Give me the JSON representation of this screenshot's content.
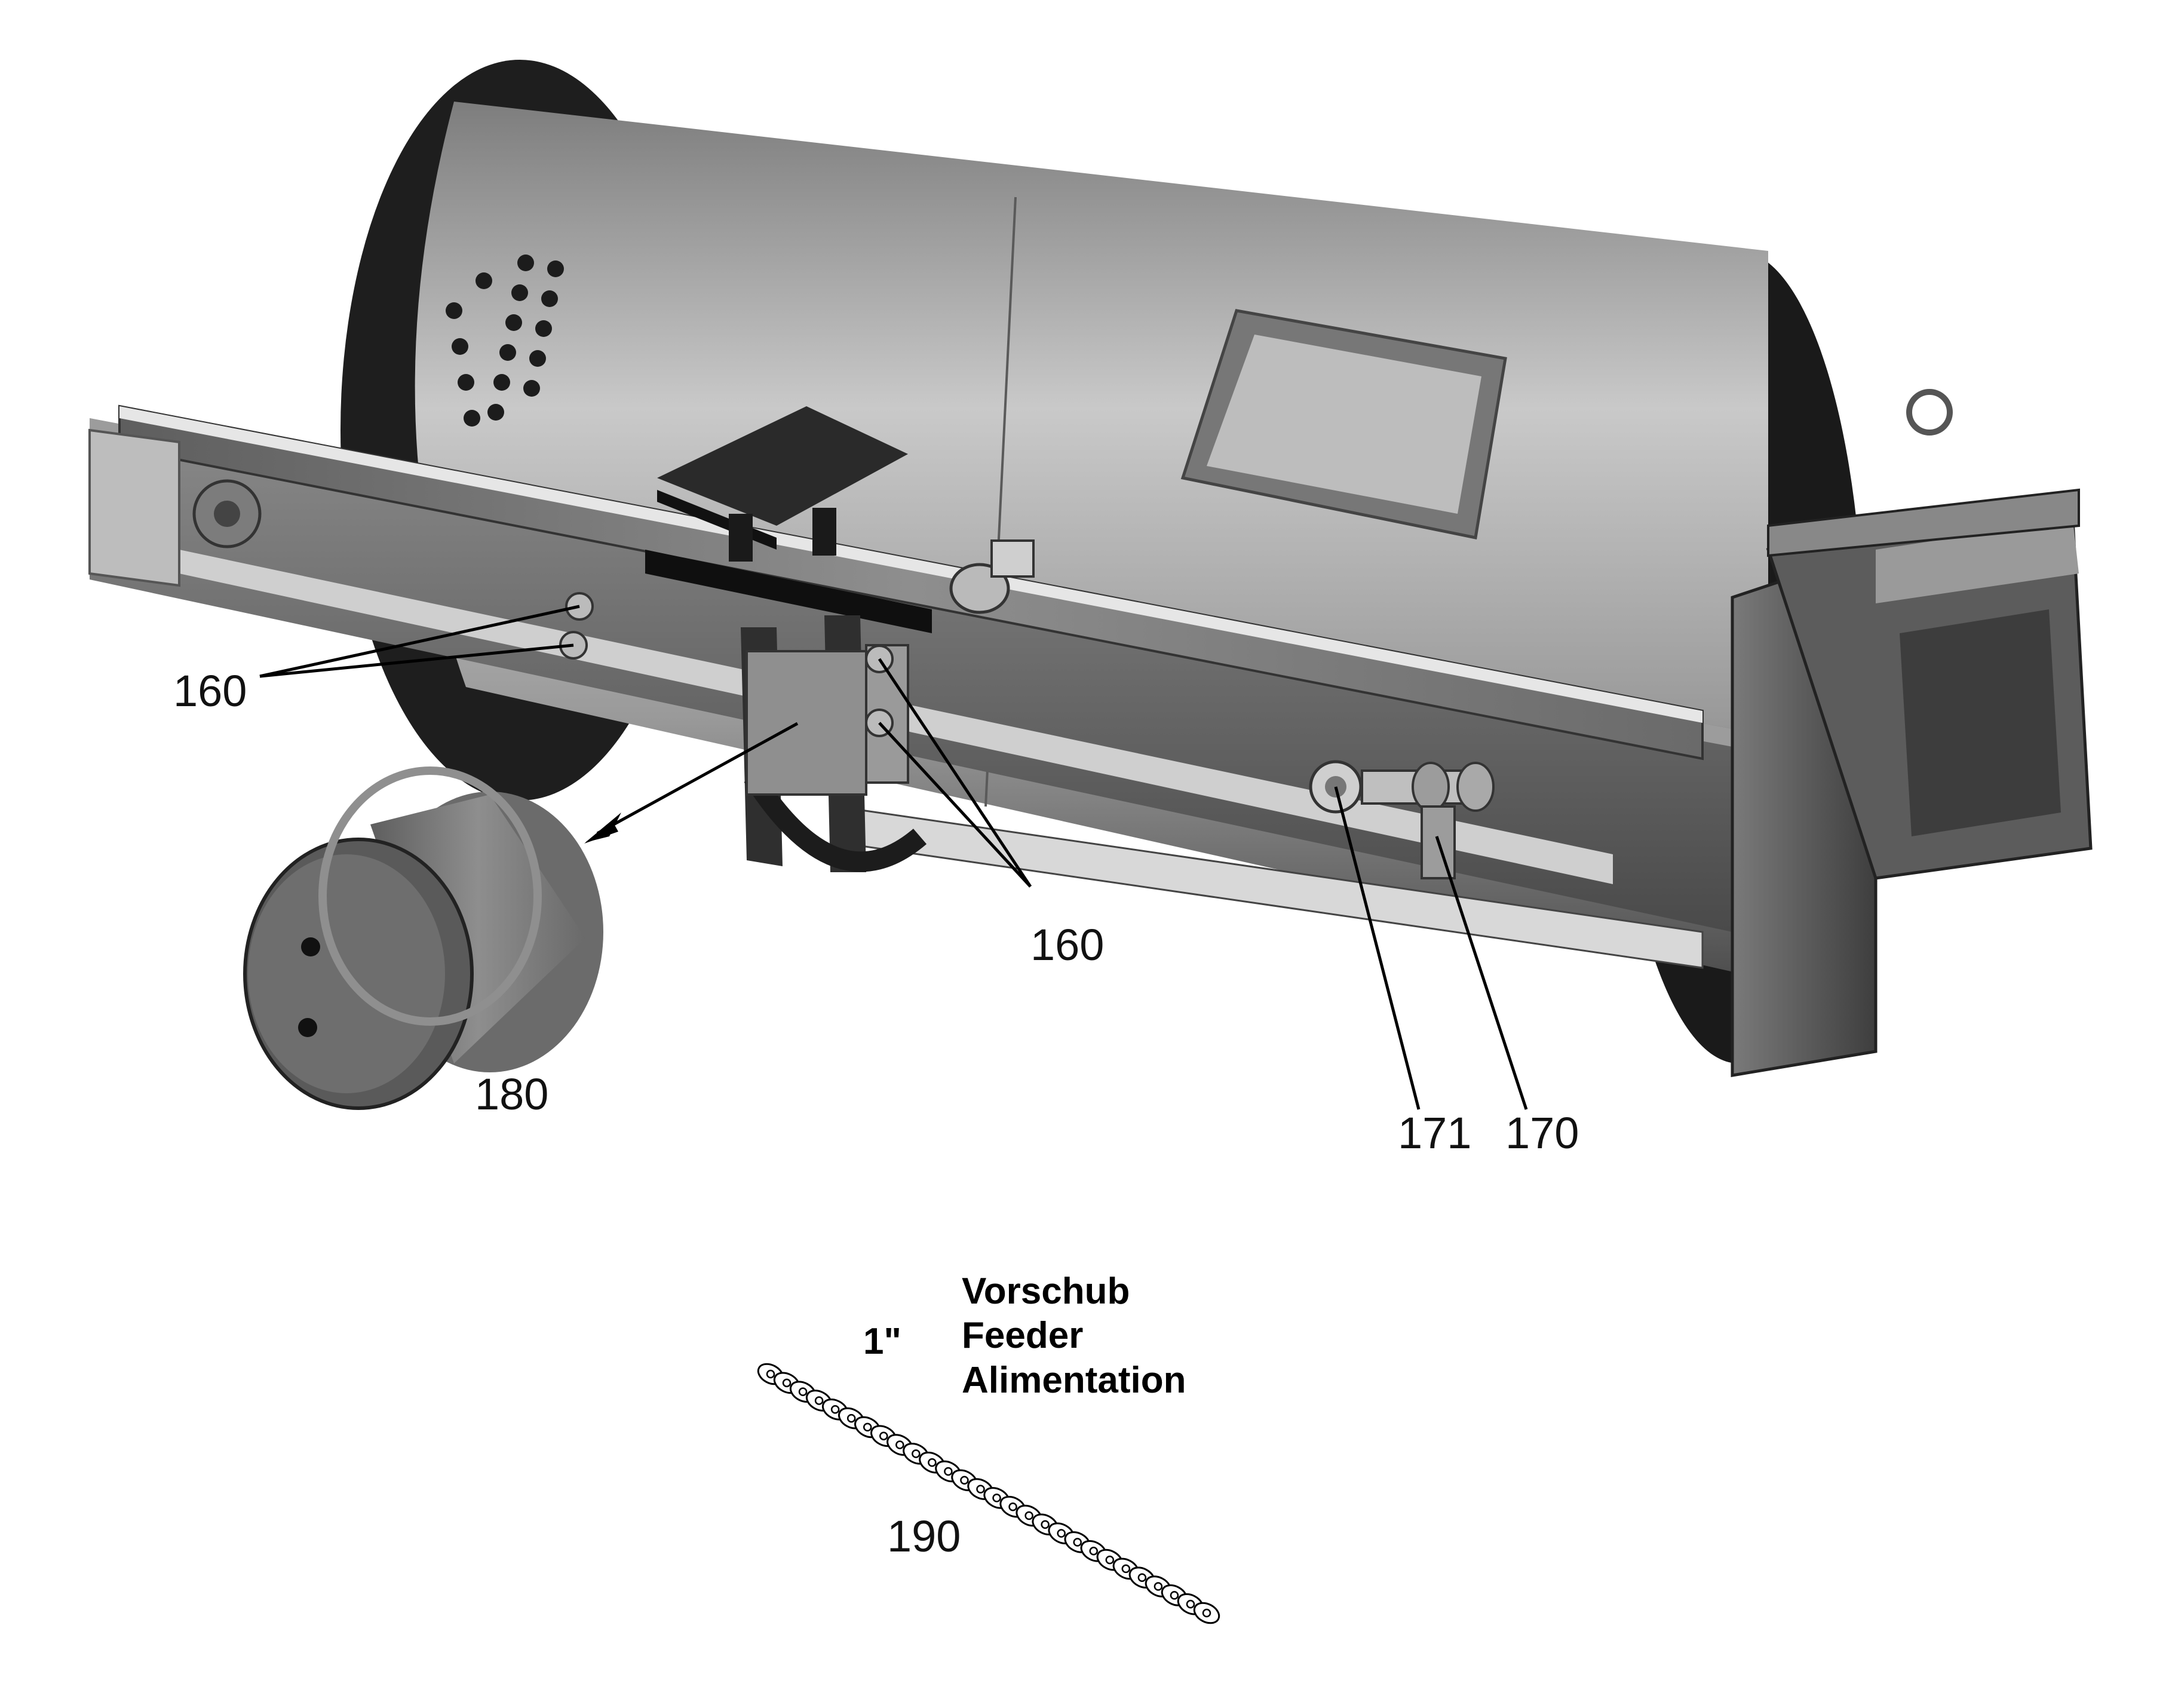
{
  "diagram": {
    "callouts": {
      "c160_left": "160",
      "c160_center": "160",
      "c180": "180",
      "c171": "171",
      "c170": "170",
      "c190": "190"
    },
    "chain_spec": {
      "size": "1\"",
      "lines": [
        "Vorschub",
        "Feeder",
        "Alimentation"
      ]
    },
    "colors": {
      "drum_dark": "#2a2a2a",
      "drum_body": "#a8a8a8",
      "frame": "#6e6e6e",
      "rail": "#dcdcdc",
      "line": "#000000"
    }
  }
}
